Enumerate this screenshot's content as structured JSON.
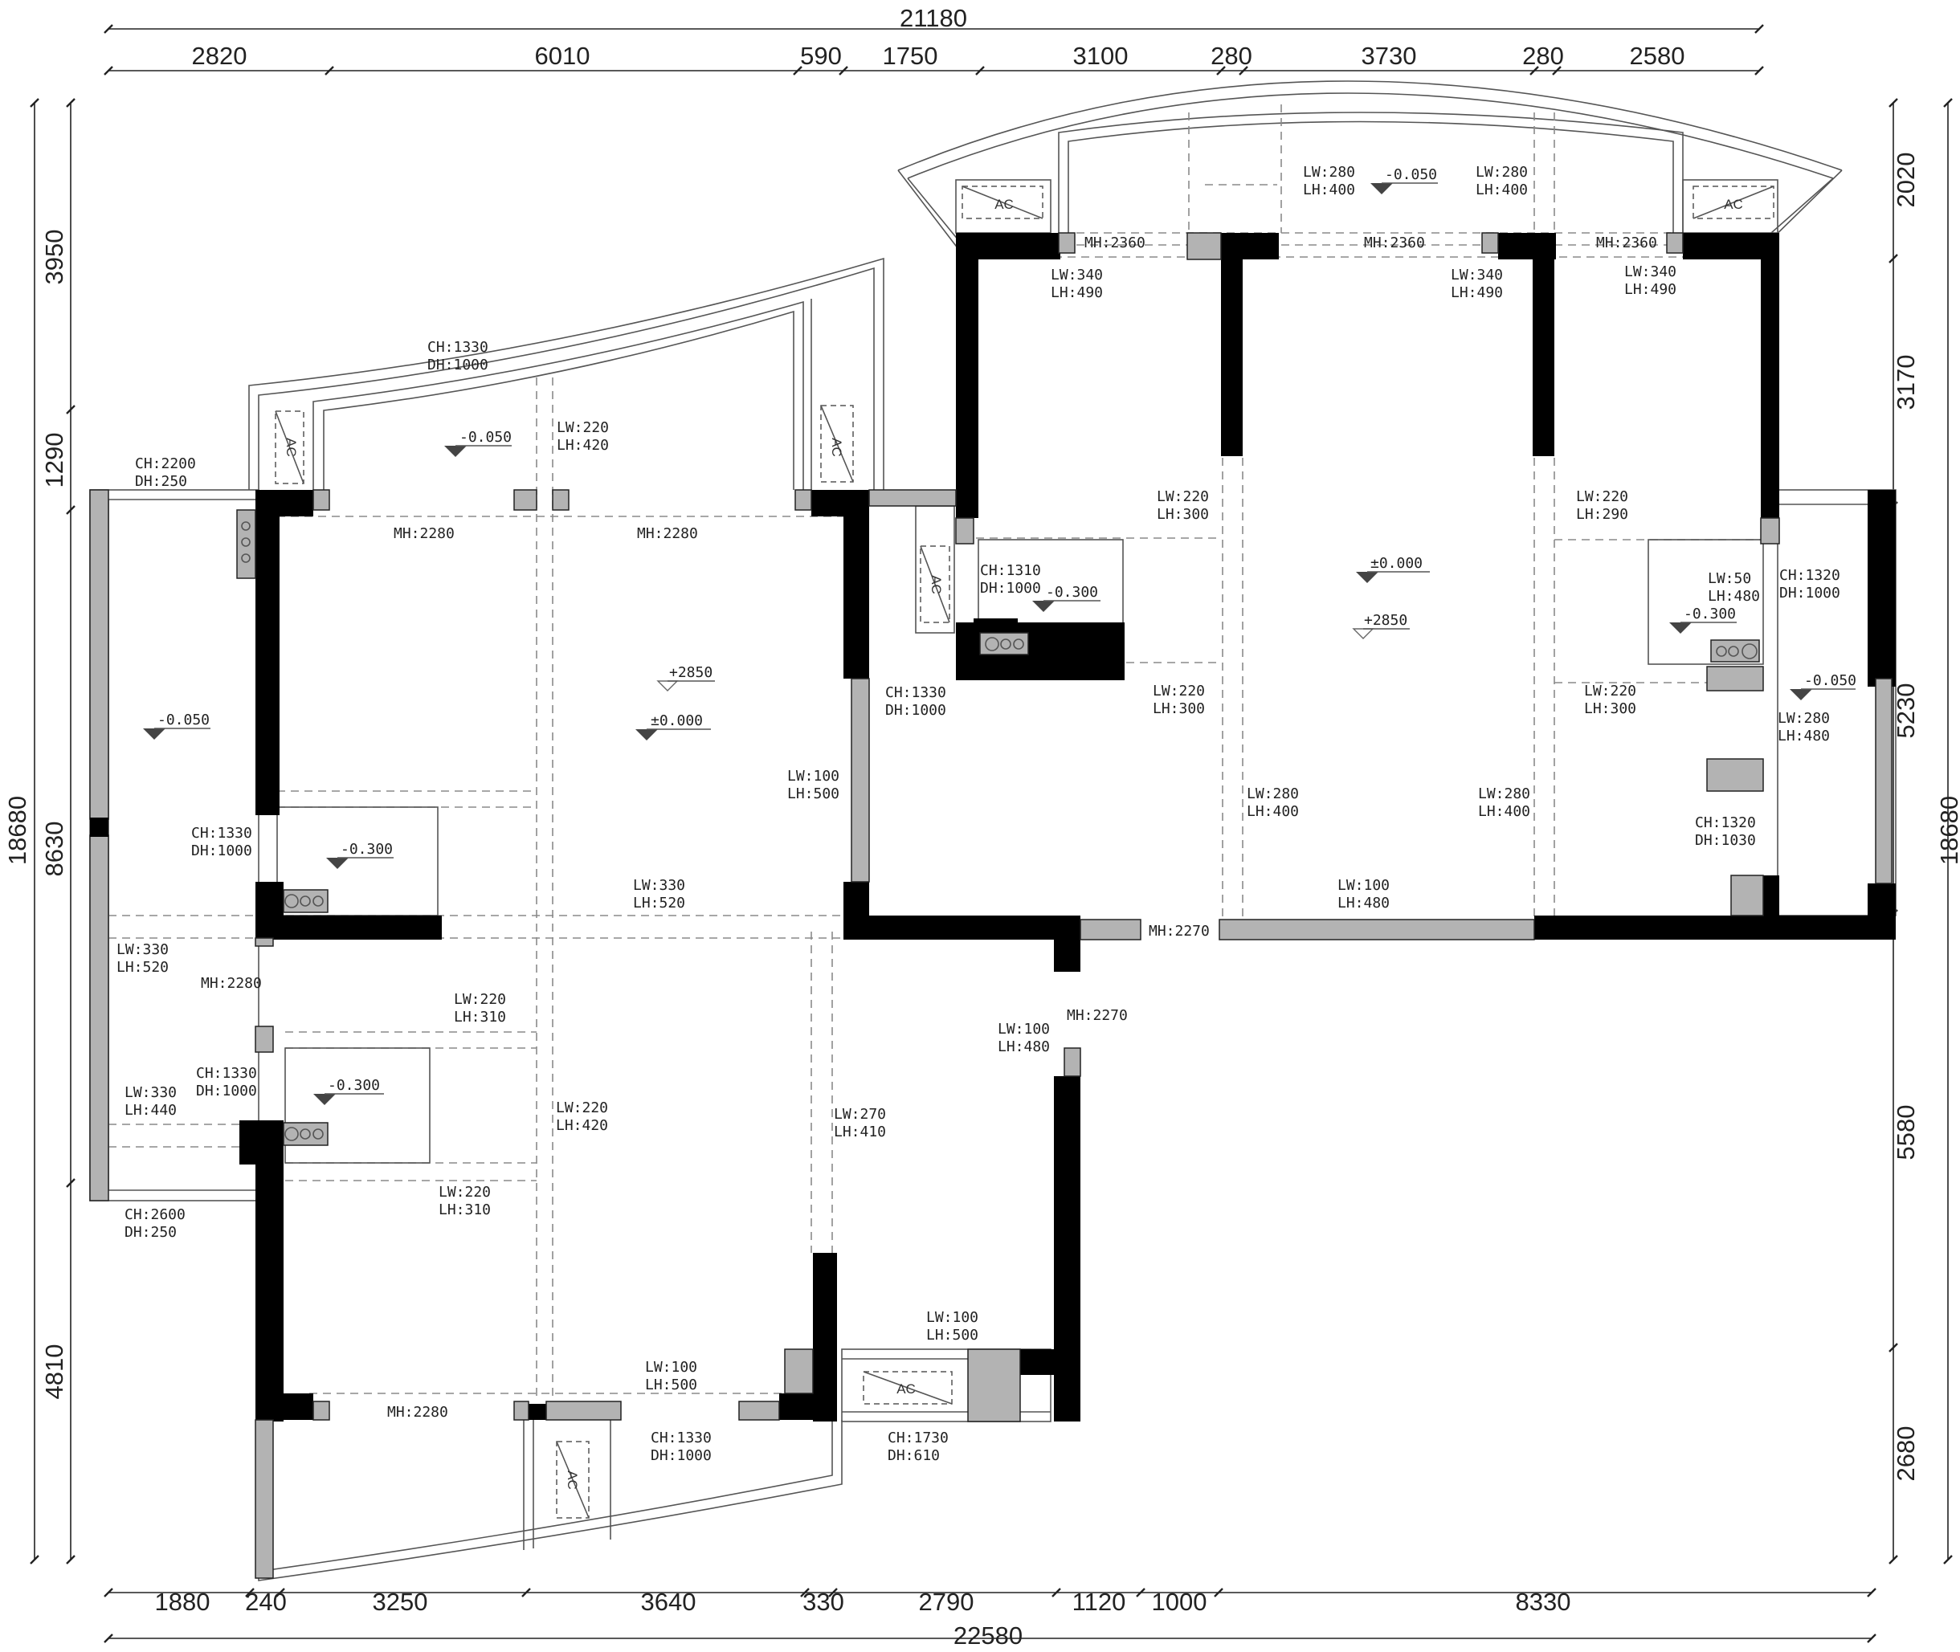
{
  "dimensions": {
    "top_total": "21180",
    "top_segments": [
      "2820",
      "6010",
      "590",
      "1750",
      "3100",
      "280",
      "3730",
      "280",
      "2580"
    ],
    "bottom_total": "22580",
    "bottom_segments": [
      "1880",
      "240",
      "3250",
      "3640",
      "330",
      "2790",
      "1120",
      "1000",
      "8330"
    ],
    "left_total": "18680",
    "left_outer": [
      "3950",
      "1290",
      "8630",
      "4810"
    ],
    "right_total": "18680",
    "right_outer": [
      "2020",
      "3170",
      "5230",
      "5580",
      "2680"
    ]
  },
  "annotations": {
    "ch1330_dh1000_top": [
      "CH:1330",
      "DH:1000"
    ],
    "ch2200_dh250": [
      "CH:2200",
      "DH:250"
    ],
    "lw220_lh420_a": [
      "LW:220",
      "LH:420"
    ],
    "mh2280_a": "MH:2280",
    "mh2280_b": "MH:2280",
    "lw280_lh400_a": [
      "LW:280",
      "LH:400"
    ],
    "lw280_lh400_b": [
      "LW:280",
      "LH:400"
    ],
    "mh2360_a": "MH:2360",
    "mh2360_b": "MH:2360",
    "mh2360_c": "MH:2360",
    "lw340_lh490_a": [
      "LW:340",
      "LH:490"
    ],
    "lw340_lh490_b": [
      "LW:340",
      "LH:490"
    ],
    "lw340_lh490_c": [
      "LW:340",
      "LH:490"
    ],
    "lw220_lh300_a": [
      "LW:220",
      "LH:300"
    ],
    "lw220_lh290": [
      "LW:220",
      "LH:290"
    ],
    "ch1310_dh1000": [
      "CH:1310",
      "DH:1000"
    ],
    "ch1320_dh1000": [
      "CH:1320",
      "DH:1000"
    ],
    "lw50_lh480": [
      "LW:50",
      "LH:480"
    ],
    "ch1330_dh1000_mid": [
      "CH:1330",
      "DH:1000"
    ],
    "lw220_lh300_b": [
      "LW:220",
      "LH:300"
    ],
    "lw220_lh300_c": [
      "LW:220",
      "LH:300"
    ],
    "lw280_lh480": [
      "LW:280",
      "LH:480"
    ],
    "lw100_lh500_a": [
      "LW:100",
      "LH:500"
    ],
    "lw280_lh400_c": [
      "LW:280",
      "LH:400"
    ],
    "lw280_lh400_d": [
      "LW:280",
      "LH:400"
    ],
    "ch1330_dh1000_left": [
      "CH:1330",
      "DH:1000"
    ],
    "ch1320_dh1030": [
      "CH:1320",
      "DH:1030"
    ],
    "lw330_lh520_a": [
      "LW:330",
      "LH:520"
    ],
    "lw100_lh480_a": [
      "LW:100",
      "LH:480"
    ],
    "mh2270_a": "MH:2270",
    "lw330_lh520_b": [
      "LW:330",
      "LH:520"
    ],
    "mh2280_c": "MH:2280",
    "lw220_lh310_a": [
      "LW:220",
      "LH:310"
    ],
    "lw100_lh480_b": [
      "LW:100",
      "LH:480"
    ],
    "mh2270_b": "MH:2270",
    "ch1330_dh1000_left2": [
      "CH:1330",
      "DH:1000"
    ],
    "lw330_lh440": [
      "LW:330",
      "LH:440"
    ],
    "lw220_lh420_b": [
      "LW:220",
      "LH:420"
    ],
    "lw270_lh410": [
      "LW:270",
      "LH:410"
    ],
    "ch2600_dh250": [
      "CH:2600",
      "DH:250"
    ],
    "lw220_lh310_b": [
      "LW:220",
      "LH:310"
    ],
    "lw100_lh500_b": [
      "LW:100",
      "LH:500"
    ],
    "lw100_lh500_c": [
      "LW:100",
      "LH:500"
    ],
    "mh2280_d": "MH:2280",
    "ch1330_dh1000_bottom": [
      "CH:1330",
      "DH:1000"
    ],
    "ch1730_dh610": [
      "CH:1730",
      "DH:610"
    ]
  },
  "levels": {
    "l_top_balcony": "-0.050",
    "l_left_balcony_top": "-0.050",
    "l_left_balcony": "-0.050",
    "l_living": "±0.000",
    "l_living_ceiling": "+2850",
    "l_main": "±0.000",
    "l_main_ceiling": "+2850",
    "l_bath_a": "-0.300",
    "l_bath_b": "-0.300",
    "l_bath_c": "-0.300",
    "l_bath_d": "-0.300",
    "l_right_balcony": "-0.050"
  },
  "ac_label": "AC"
}
